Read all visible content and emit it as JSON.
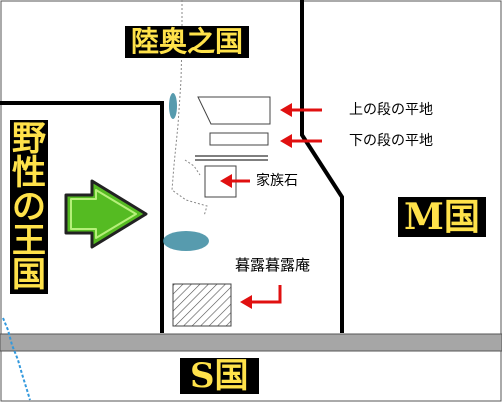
{
  "regions": {
    "mutsu": "陸奥之国",
    "yasei": [
      "野",
      "性",
      "の",
      "王",
      "国"
    ],
    "m_country": "M国",
    "s_country": "S国"
  },
  "annotations": {
    "upper_flat": "上の段の平地",
    "lower_flat": "下の段の平地",
    "family_stone": "家族石",
    "hut": "暮露暮露庵"
  },
  "colors": {
    "label_background": "#000000",
    "label_text": "#ffe24a",
    "pointer_arrow": "#e01010",
    "big_arrow_fill": "#55bb22",
    "road": "#a6a6a6",
    "pond": "#3a8aa0",
    "stream": "#3399dd"
  },
  "icons": {
    "big_arrow": "green-right-arrow",
    "pointer": "red-arrow"
  }
}
